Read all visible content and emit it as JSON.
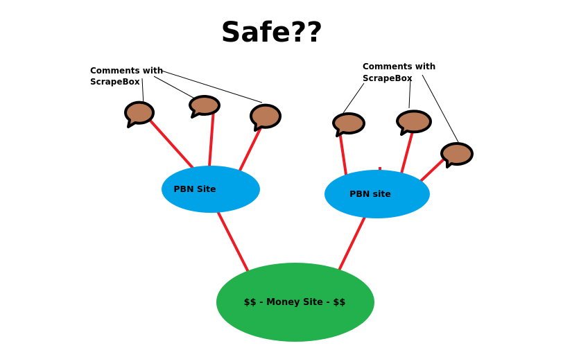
{
  "title": "Safe??",
  "annotations": {
    "left": [
      "Comments with",
      "ScrapeBox"
    ],
    "right": [
      "Comments with",
      "ScrapeBox"
    ]
  },
  "nodes": {
    "pbn_left": "PBN Site",
    "pbn_right": "PBN site",
    "money": "$$ - Money Site - $$"
  },
  "colors": {
    "pbn_fill": "#00a2e8",
    "money_fill": "#22b14c",
    "link": "#ed1c24",
    "bubble_fill": "#b97a57",
    "text": "#000000"
  },
  "icons": {
    "comment": "speech-bubble-icon"
  }
}
